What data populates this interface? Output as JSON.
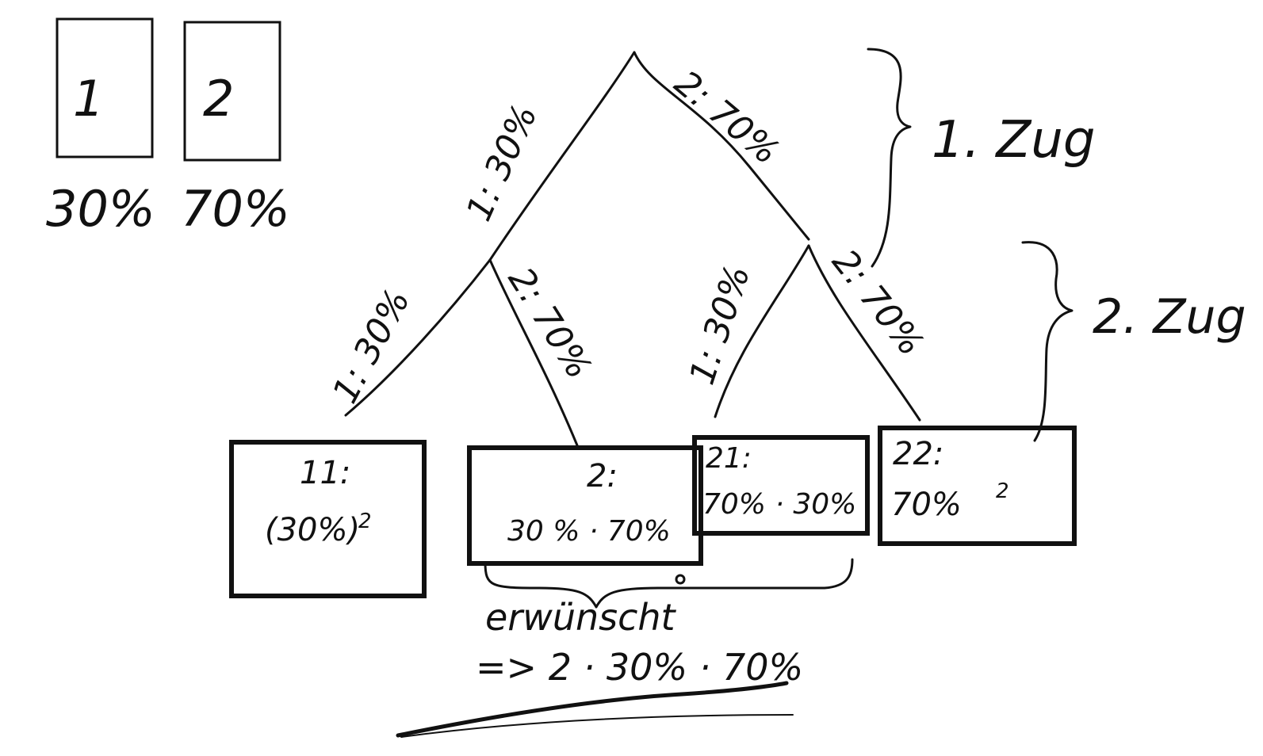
{
  "urn": {
    "cards": [
      {
        "number": "1",
        "share": "30%"
      },
      {
        "number": "2",
        "share": "70%"
      }
    ]
  },
  "tree": {
    "first_draw": {
      "branch_1": "1: 30%",
      "branch_2": "2: 70%",
      "brace_label": "1. Zug"
    },
    "second_draw": {
      "after_1": {
        "branch_1": "1: 30%",
        "branch_2": "2: 70%"
      },
      "after_2": {
        "branch_1": "1: 30%",
        "branch_2": "2: 70%"
      },
      "brace_label": "2. Zug"
    },
    "outcomes": [
      {
        "head": "11:",
        "formula": "(30%)",
        "exponent": "2"
      },
      {
        "head": "2:",
        "formula": "30 % · 70%"
      },
      {
        "head": "21:",
        "formula": "70% · 30%"
      },
      {
        "head": "22:",
        "formula": "70%",
        "exponent": "2"
      }
    ],
    "summary": {
      "word": "erwünscht",
      "result": "=> 2 · 30% · 70%"
    }
  }
}
